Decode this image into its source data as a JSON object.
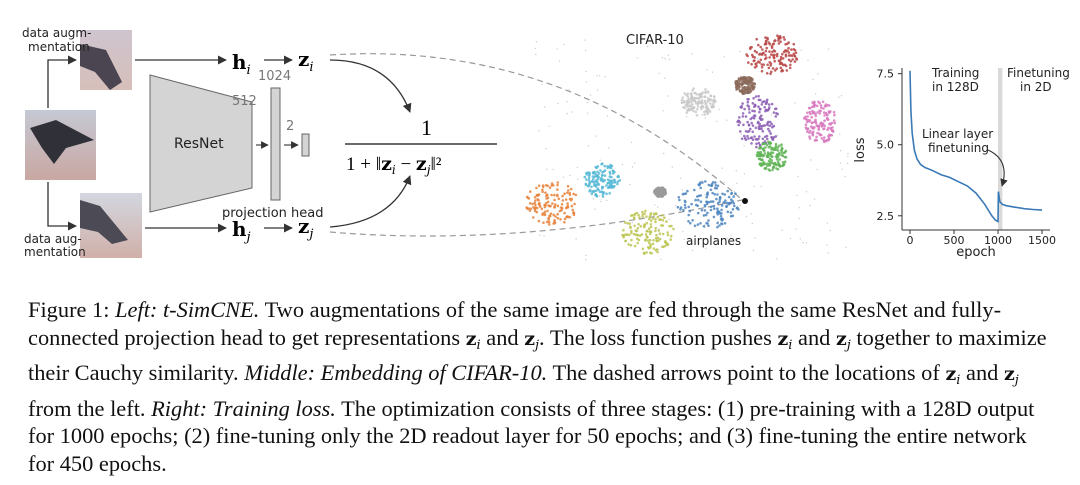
{
  "left": {
    "aug_top_line1": "data augm-",
    "aug_top_line2": "mentation",
    "aug_bottom_line1": "data aug-",
    "aug_bottom_line2": "mentation",
    "network_label": "ResNet",
    "dim_512": "512",
    "dim_1024": "1024",
    "dim_2": "2",
    "projection_head_label": "projection head",
    "h_i": "h",
    "h_i_sub": "i",
    "h_j": "h",
    "h_j_sub": "j",
    "z_i": "z",
    "z_i_sub": "i",
    "z_j": "z",
    "z_j_sub": "j",
    "formula_numerator": "1",
    "formula_denominator_prefix": "1 + ‖",
    "formula_minus": " − ",
    "formula_denominator_suffix": "‖²"
  },
  "middle": {
    "title": "CIFAR-10",
    "cluster_label": "airplanes",
    "cluster_colors": [
      "#e8843c",
      "#56b9d6",
      "#bdc654",
      "#4f86c0",
      "#c9c9c9",
      "#8b5db4",
      "#b84545",
      "#5fb456",
      "#d879c0",
      "#8b6a5a",
      "#9a9a9a"
    ]
  },
  "right": {
    "ylabel": "loss",
    "xlabel": "epoch",
    "stage1_line1": "Training",
    "stage1_line2": "in 128D",
    "stage2_line1": "Finetuning",
    "stage2_line2": "in 2D",
    "annotation_line1": "Linear layer",
    "annotation_line2": "finetuning"
  },
  "chart_data": {
    "type": "line",
    "title": "",
    "xlabel": "epoch",
    "ylabel": "loss",
    "xlim": [
      0,
      1500
    ],
    "ylim": [
      2.0,
      7.7
    ],
    "xticks": [
      0,
      500,
      1000,
      1500
    ],
    "yticks": [
      2.5,
      5.0,
      7.5
    ],
    "xtick_labels": [
      "0",
      "500",
      "1000",
      "1500"
    ],
    "ytick_labels": [
      "2.5",
      "5.0",
      "7.5"
    ],
    "grid": false,
    "shaded_region": [
      1000,
      1050
    ],
    "series": [
      {
        "x": [
          0,
          10,
          25,
          50,
          80,
          120,
          170,
          250,
          350,
          450,
          550,
          650,
          750,
          850,
          930,
          970,
          1000,
          1005,
          1020,
          1050,
          1100,
          1200,
          1300,
          1400,
          1500
        ],
        "values": [
          7.6,
          6.2,
          5.4,
          4.8,
          4.5,
          4.3,
          4.2,
          4.1,
          3.95,
          3.85,
          3.7,
          3.55,
          3.3,
          2.9,
          2.5,
          2.35,
          2.3,
          3.35,
          3.0,
          2.9,
          2.85,
          2.8,
          2.75,
          2.72,
          2.7
        ]
      }
    ]
  },
  "caption": {
    "fig_label": "Figure 1: ",
    "left_title": "Left: t-SimCNE.",
    "s1": " Two augmentations of the same image are fed through the same ResNet and fully-connected projection head to get representations ",
    "z": "z",
    "i": "i",
    "j": "j",
    "and": " and ",
    "s2": ". The loss function pushes ",
    "s3": " together to maximize their Cauchy similarity. ",
    "middle_title": "Middle: Embedding of CIFAR-10.",
    "s4": " The dashed arrows point to the locations of ",
    "s5": " from the left. ",
    "right_title": "Right: Training loss.",
    "s6": " The optimization consists of three stages: (1) pre-training with a 128D output for 1000 epochs; (2) fine-tuning only the 2D readout layer for 50 epochs; and (3) fine-tuning the entire network for 450 epochs."
  }
}
